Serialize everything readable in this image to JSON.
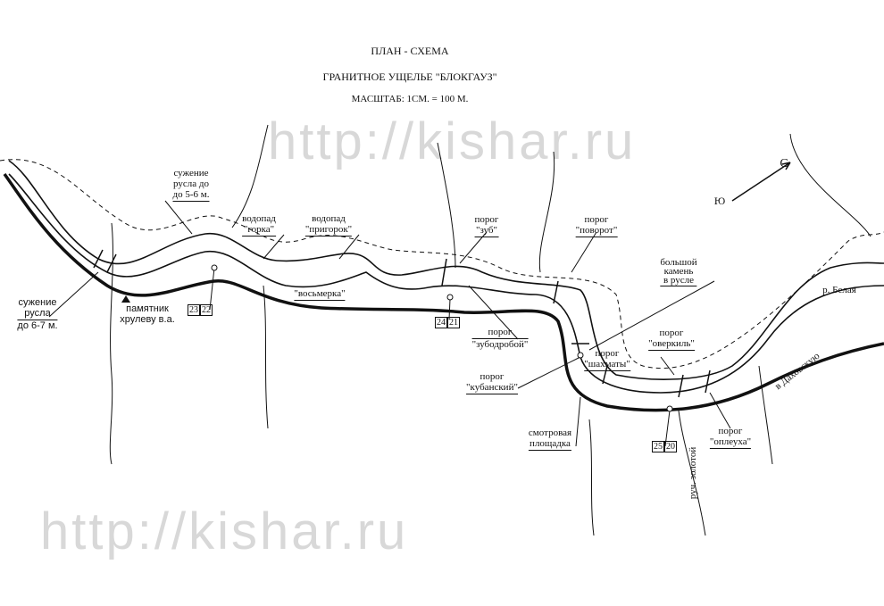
{
  "header": {
    "title": "ПЛАН - СХЕМА",
    "subtitle": "ГРАНИТНОЕ УЩЕЛЬЕ \"БЛОКГАУЗ\"",
    "scale": "МАСШТАБ: 1СМ. = 100 М."
  },
  "watermark": "http://kishar.ru",
  "compass": {
    "north": "С",
    "south": "Ю"
  },
  "labels": {
    "narrowing_top": [
      "сужение",
      "русла до",
      "до 5-6 м."
    ],
    "waterfall_gorka": [
      "водопад",
      "\"горка\""
    ],
    "waterfall_prigorok": [
      "водопад",
      "\"пригорок\""
    ],
    "vosmerka": "\"восьмерка\"",
    "narrowing_left": [
      "сужение",
      "русла",
      "до 6-7 м."
    ],
    "monument": [
      "памятник",
      "хрулеву в.а."
    ],
    "porog_zub": [
      "порог",
      "\"зуб\""
    ],
    "porog_povorot": [
      "порог",
      "\"поворот\""
    ],
    "porog_zubodroboy": [
      "порог",
      "\"зубодробой\""
    ],
    "big_stone": [
      "большой",
      "камень",
      "в русле"
    ],
    "river_belaya": "р. Белая",
    "porog_shakhmaty": [
      "порог",
      "\"шахматы\""
    ],
    "porog_overkil": [
      "порог",
      "\"оверкиль\""
    ],
    "porog_kubansky": [
      "порог",
      "\"кубанский\""
    ],
    "viewpoint": [
      "смотровая",
      "площадка"
    ],
    "porog_opleukha": [
      "порог",
      "\"оплеуха\""
    ],
    "stream_zolotoy": "руч. золотой",
    "to_dakhovskaya": "в Даховскую"
  },
  "km_markers": [
    [
      "23",
      "22"
    ],
    [
      "24",
      "21"
    ],
    [
      "25",
      "20"
    ]
  ]
}
